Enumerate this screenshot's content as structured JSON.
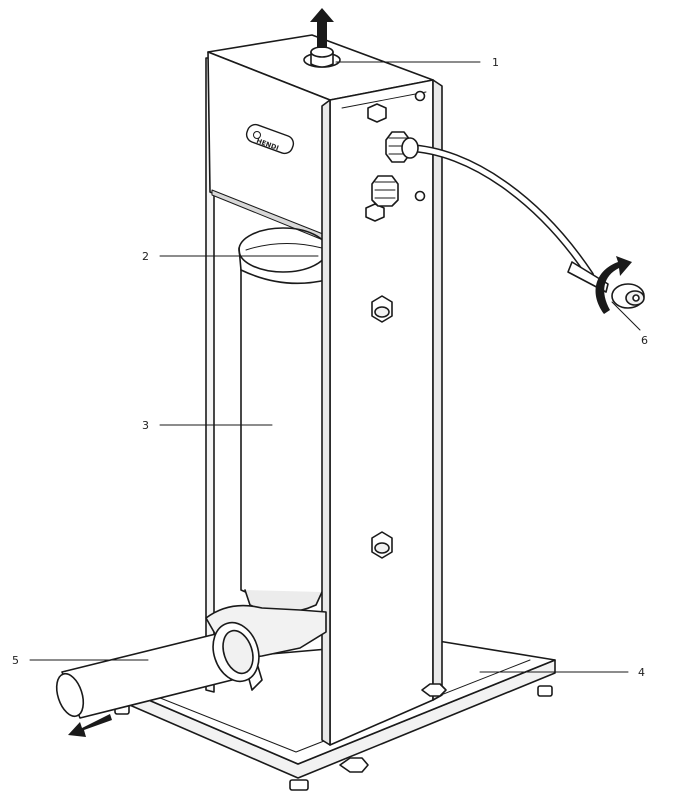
{
  "diagram": {
    "subject": "sausage-stuffer",
    "logo_text": "HENDI",
    "colors": {
      "line": "#1a1a1a",
      "fill": "#ffffff",
      "shade": "#eeeeee",
      "arrow": "#1a1a1a"
    },
    "callouts": [
      {
        "id": "c1",
        "label": "1"
      },
      {
        "id": "c2",
        "label": "2"
      },
      {
        "id": "c3",
        "label": "3"
      },
      {
        "id": "c4",
        "label": "4"
      },
      {
        "id": "c5",
        "label": "5"
      },
      {
        "id": "c6",
        "label": "6"
      }
    ]
  }
}
